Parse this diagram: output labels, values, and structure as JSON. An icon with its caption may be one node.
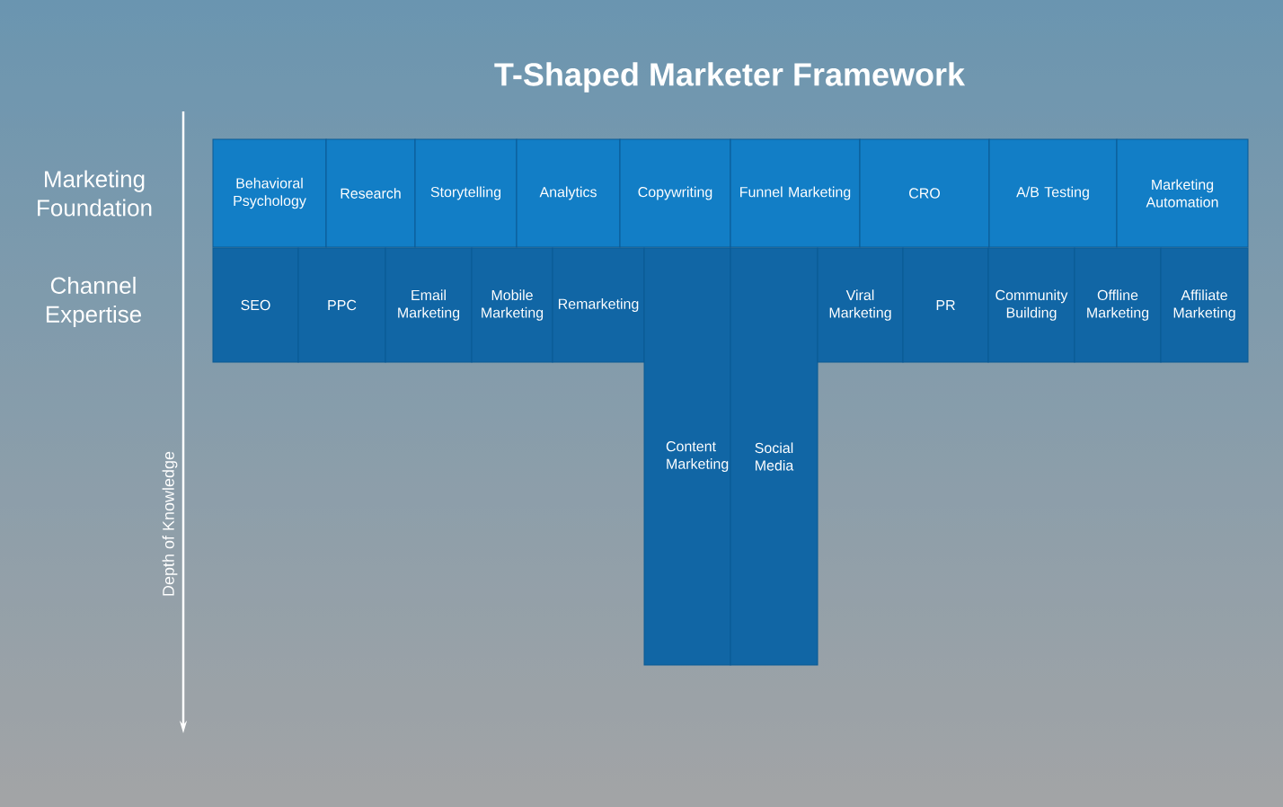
{
  "diagram": {
    "title": "T-Shaped Marketer Framework",
    "nodes": [
      {
        "text": [
          "Behavioral Psychology"
        ]
      },
      {
        "text": [
          "Research"
        ]
      },
      {
        "text": [
          "Storytelling"
        ]
      },
      {
        "text": [
          "Analytics"
        ]
      },
      {
        "text": [
          "Copywriting"
        ]
      },
      {
        "text": [
          "Funnel Marketing"
        ]
      },
      {
        "text": [
          "CRO"
        ]
      },
      {
        "text": [
          "A/B Testing"
        ]
      },
      {
        "text": [
          "Marketing Automation"
        ]
      },
      {
        "text": [
          "SEO"
        ]
      },
      {
        "text": [
          "PPC"
        ]
      },
      {
        "text": [
          "Email Marketing"
        ]
      },
      {
        "text": [
          "Mobile Marketing"
        ]
      },
      {
        "text": [
          "Remarketing"
        ]
      },
      {
        "text": [
          "Content Marketing"
        ]
      },
      {
        "text": [
          "Social Media"
        ]
      },
      {
        "text": [
          "Viral Marketing"
        ]
      },
      {
        "text": [
          "PR"
        ]
      },
      {
        "text": [
          "Community Building"
        ]
      },
      {
        "text": [
          "Offline Marketing"
        ]
      },
      {
        "text": [
          "Affiliate Marketing"
        ]
      }
    ],
    "labels": [
      "Marketing Foundation",
      "Channel Expertise",
      "Depth of Knowledge"
    ]
  }
}
